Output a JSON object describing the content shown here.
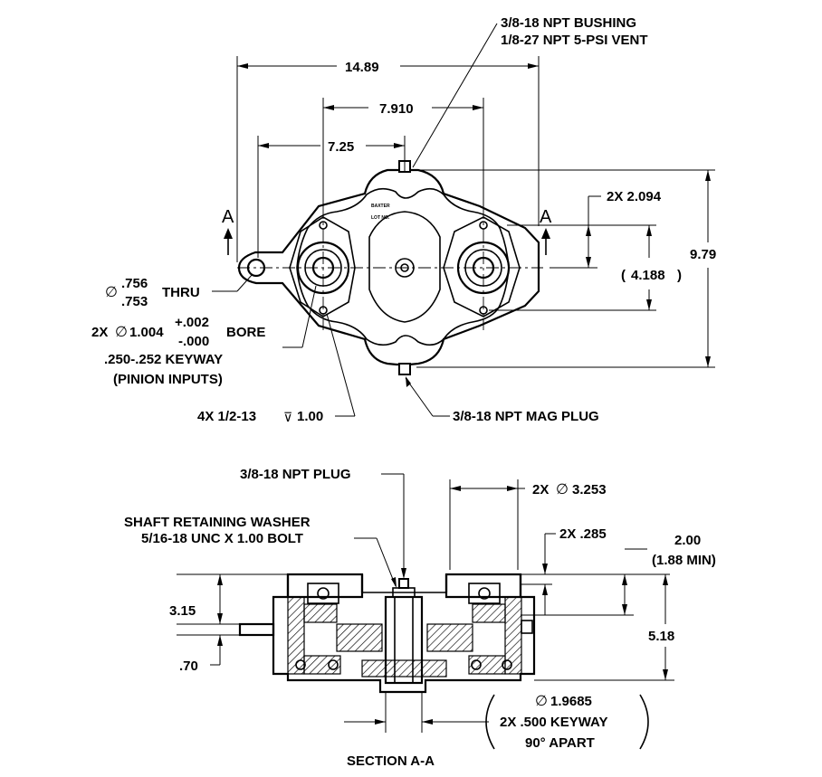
{
  "colors": {
    "line": "#000000",
    "background": "#ffffff",
    "hatch": "#000000"
  },
  "top_view": {
    "callout_vent_line1": "3/8-18 NPT BUSHING",
    "callout_vent_line2": "1/8-27 NPT 5-PSI VENT",
    "dim_overall_width": "14.89",
    "dim_pinion_spacing": "7.910",
    "dim_hole_offset": "7.25",
    "dim_bolt_half": "2X 2.094",
    "dim_bolt_spacing": "4.188",
    "dim_height": "9.79",
    "section_mark_left": "A",
    "section_mark_right": "A",
    "thru_hole_upper": ".756",
    "thru_hole_lower": ".753",
    "thru_label": "THRU",
    "bore_prefix": "2X",
    "bore_value": "1.004",
    "bore_tol_plus": "+.002",
    "bore_tol_minus": "-.000",
    "bore_label": "BORE",
    "keyway_line1": ".250-.252 KEYWAY",
    "keyway_line2": "(PINION INPUTS)",
    "tapped_holes_prefix": "4X 1/2-13",
    "tapped_holes_depth": "1.00",
    "mag_plug": "3/8-18 NPT MAG PLUG",
    "nameplate_line1": "BAXTER",
    "nameplate_line2": "LOT NO."
  },
  "section_view": {
    "plug_label": "3/8-18 NPT PLUG",
    "washer_line1": "SHAFT RETAINING WASHER",
    "washer_line2": "5/16-18 UNC X 1.00 BOLT",
    "dim_pilot_prefix": "2X",
    "dim_pilot_value": "3.253",
    "dim_pilot_height": "2X .285",
    "dim_shaft_height": "2.00",
    "dim_shaft_min": "(1.88 MIN)",
    "dim_left_height": "3.15",
    "dim_left_low": ".70",
    "dim_total_height": "5.18",
    "output_shaft_dia": "1.9685",
    "output_keyway": "2X .500 KEYWAY",
    "output_keyway_angle": "90° APART",
    "title": "SECTION A-A"
  }
}
